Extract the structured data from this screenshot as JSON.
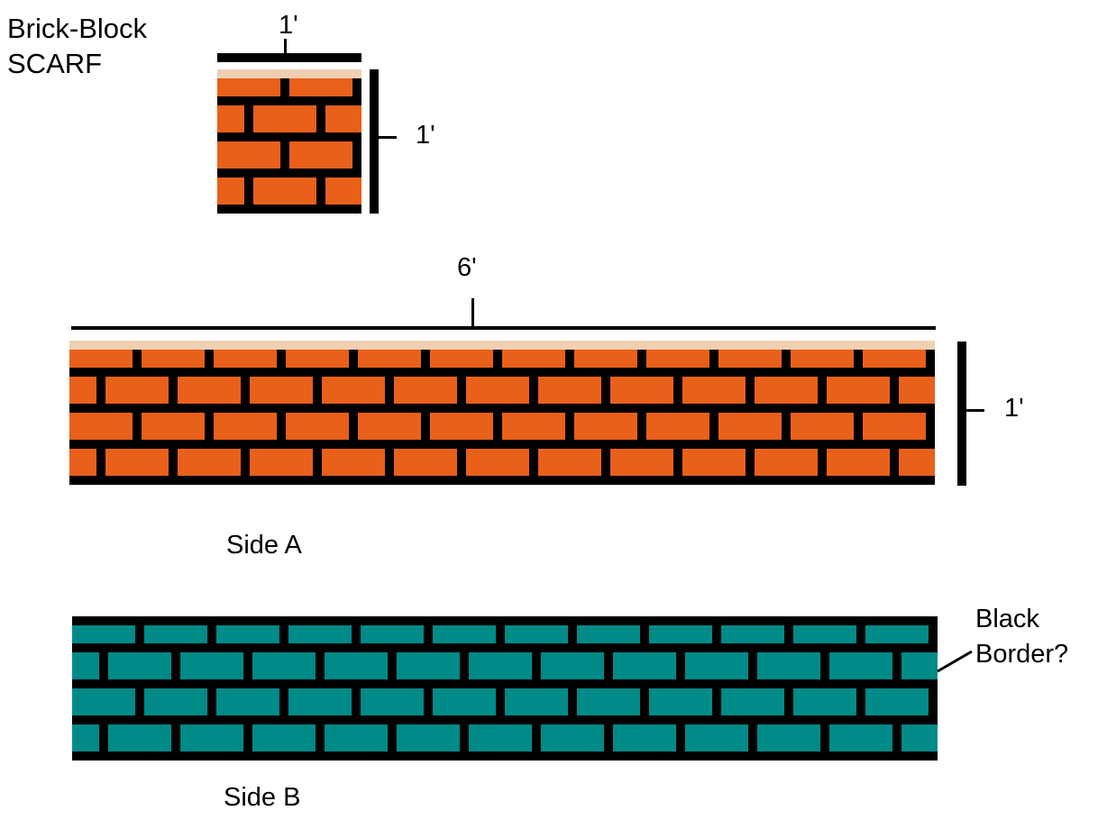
{
  "title": {
    "line1": "Brick-Block",
    "line2": "SCARF"
  },
  "colors": {
    "brick_a": "#E8601A",
    "brick_b": "#008A88",
    "cap": "#F0D0B2",
    "mortar": "#000000"
  },
  "small_block": {
    "width_label": "1'",
    "height_label": "1'",
    "rows": 4,
    "bricks_across": 2,
    "top_cap": true
  },
  "side_a": {
    "label": "Side A",
    "length_label": "6'",
    "height_label": "1'",
    "rows": 4,
    "bricks_across": 12,
    "top_cap": true,
    "top_border": false
  },
  "side_b": {
    "label": "Side B",
    "rows": 4,
    "bricks_across": 12,
    "top_cap": false,
    "top_border": true,
    "annotation": {
      "line1": "Black",
      "line2": "Border?"
    }
  }
}
